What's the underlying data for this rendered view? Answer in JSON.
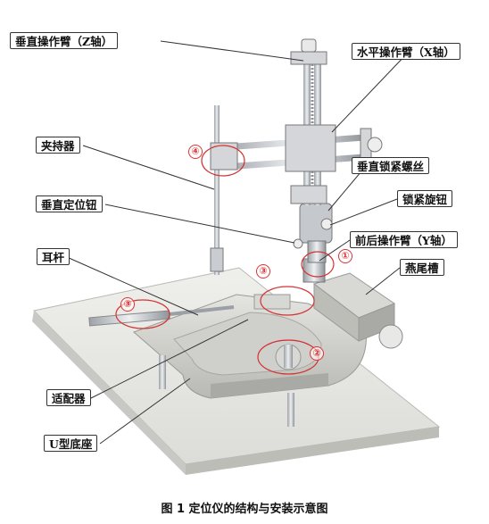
{
  "labels": {
    "z_arm": "垂直操作臂（Z轴）",
    "x_arm": "水平操作臂（X轴）",
    "holder": "夹持器",
    "vertical_lock_screw": "垂直锁紧螺丝",
    "lock_knob": "锁紧旋钮",
    "vertical_locate_button": "垂直定位钮",
    "y_arm": "前后操作臂（Y轴）",
    "ear_bar": "耳杆",
    "dovetail": "燕尾槽",
    "adapter": "适配器",
    "u_base": "U型底座"
  },
  "markers": {
    "m1": "①",
    "m2": "②",
    "m3a": "③",
    "m3b": "③",
    "m4": "④"
  },
  "caption": "图 1  定位仪的结构与安装示意图",
  "colors": {
    "marker": "#d33333",
    "metal": "#c9ccd0",
    "plate": "#e7e7e4"
  }
}
